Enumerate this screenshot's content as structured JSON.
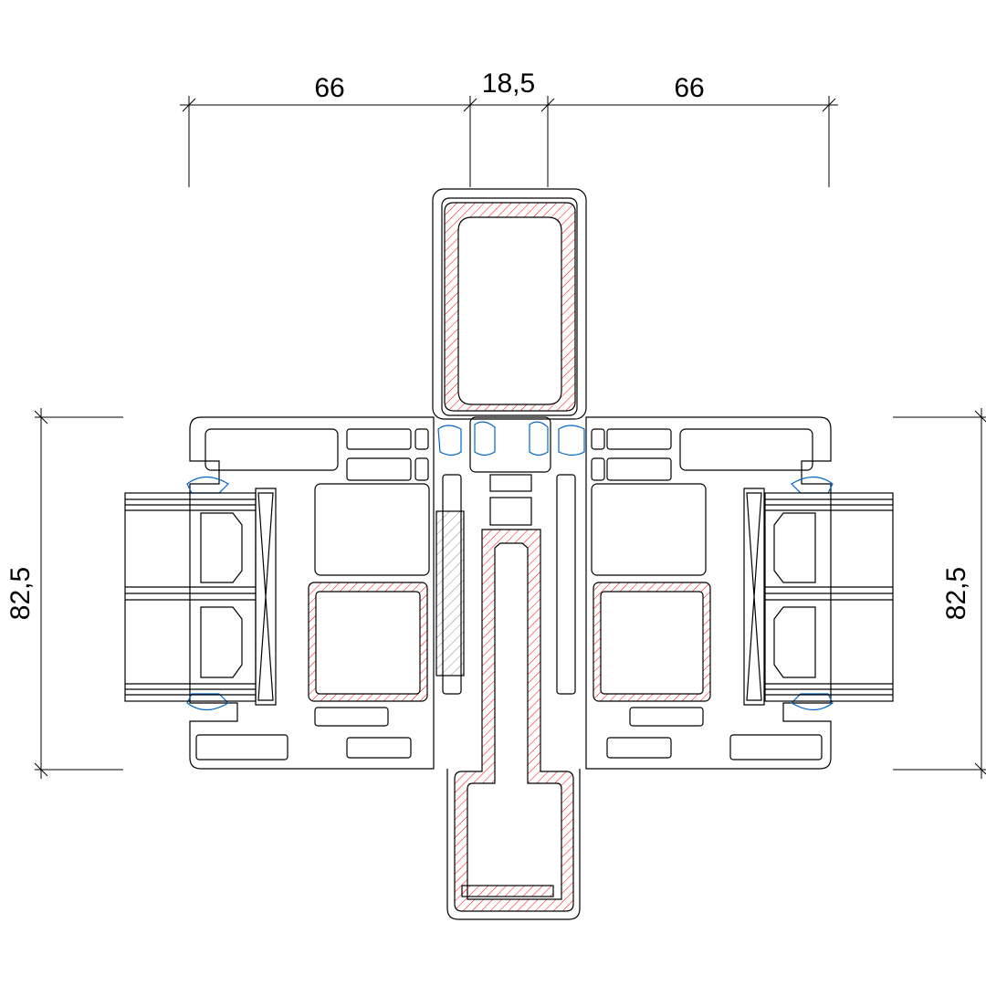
{
  "drawing": {
    "dimensions": {
      "top_left": "66",
      "top_center": "18,5",
      "top_right": "66",
      "left_height": "82,5",
      "right_height": "82,5"
    },
    "colors": {
      "outline": "#000000",
      "steel_hatch": "#ff0000",
      "gasket": "#0066cc",
      "glass_hatch": "#808080"
    }
  }
}
